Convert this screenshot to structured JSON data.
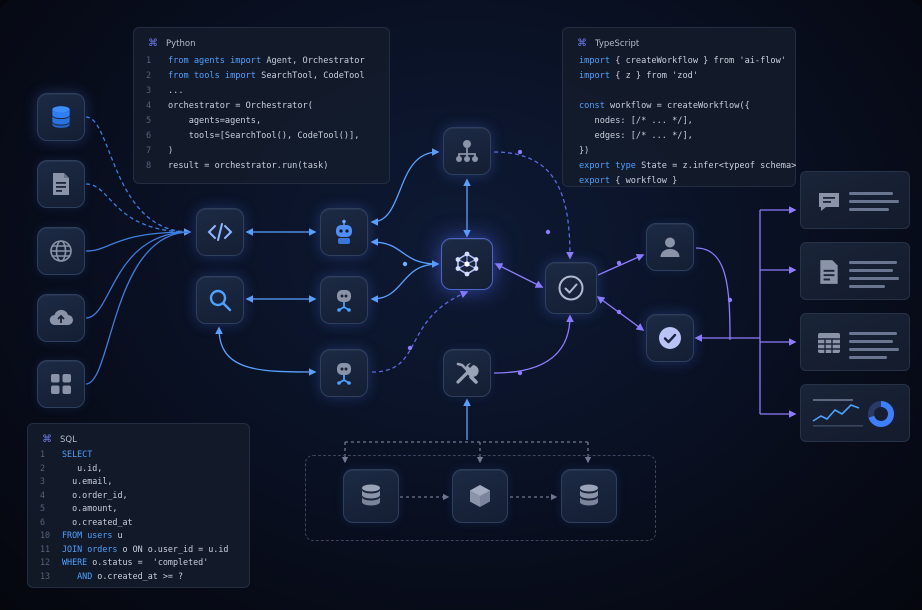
{
  "panels": {
    "python": {
      "title": "Python",
      "lines": [
        {
          "n": "1",
          "parts": [
            [
              "kw",
              "from "
            ],
            [
              "kw",
              "agents "
            ],
            [
              "kw",
              "import "
            ],
            [
              "t",
              "Agent, Orchestrator"
            ]
          ]
        },
        {
          "n": "2",
          "parts": [
            [
              "kw",
              "from "
            ],
            [
              "kw",
              "tools "
            ],
            [
              "kw",
              "import "
            ],
            [
              "t",
              "SearchTool, CodeTool"
            ]
          ]
        },
        {
          "n": "3",
          "parts": [
            [
              "t",
              "..."
            ]
          ]
        },
        {
          "n": "4",
          "parts": [
            [
              "t",
              "orchestrator = Orchestrator("
            ]
          ]
        },
        {
          "n": "5",
          "parts": [
            [
              "t",
              "    agents=agents,"
            ]
          ]
        },
        {
          "n": "6",
          "parts": [
            [
              "t",
              "    tools=[SearchTool(), CodeTool()],"
            ]
          ]
        },
        {
          "n": "7",
          "parts": [
            [
              "t",
              ")"
            ]
          ]
        },
        {
          "n": "8",
          "parts": [
            [
              "t",
              "result = orchestrator.run(task)"
            ]
          ]
        }
      ]
    },
    "typescript": {
      "title": "TypeScript",
      "lines": [
        {
          "parts": [
            [
              "kw",
              "import "
            ],
            [
              "t",
              "{ createWorkflow } from 'ai-flow'"
            ]
          ]
        },
        {
          "parts": [
            [
              "kw",
              "import "
            ],
            [
              "t",
              "{ z } from 'zod'"
            ]
          ]
        },
        {
          "parts": [
            [
              "t",
              ""
            ]
          ]
        },
        {
          "parts": [
            [
              "kw",
              "const "
            ],
            [
              "t",
              "workflow = createWorkflow({"
            ]
          ]
        },
        {
          "parts": [
            [
              "t",
              "   nodes: [/* ... */],"
            ]
          ]
        },
        {
          "parts": [
            [
              "t",
              "   edges: [/* ... */],"
            ]
          ]
        },
        {
          "parts": [
            [
              "t",
              "})"
            ]
          ]
        },
        {
          "parts": [
            [
              "kw",
              "export type "
            ],
            [
              "t",
              "State = z.infer<typeof schema>"
            ]
          ]
        },
        {
          "parts": [
            [
              "kw",
              "export "
            ],
            [
              "t",
              "{ workflow }"
            ]
          ]
        }
      ]
    },
    "sql": {
      "title": "SQL",
      "lines": [
        {
          "n": "1",
          "parts": [
            [
              "kw",
              "SELECT"
            ]
          ]
        },
        {
          "n": "2",
          "parts": [
            [
              "t",
              "   u.id,"
            ]
          ]
        },
        {
          "n": "3",
          "parts": [
            [
              "t",
              "  u.email,"
            ]
          ]
        },
        {
          "n": "4",
          "parts": [
            [
              "t",
              "  o.order_id,"
            ]
          ]
        },
        {
          "n": "5",
          "parts": [
            [
              "t",
              "  o.amount,"
            ]
          ]
        },
        {
          "n": "6",
          "parts": [
            [
              "t",
              "  o.created_at"
            ]
          ]
        },
        {
          "n": "10",
          "parts": [
            [
              "kw",
              "FROM "
            ],
            [
              "kw",
              "users "
            ],
            [
              "t",
              "u"
            ]
          ]
        },
        {
          "n": "11",
          "parts": [
            [
              "kw",
              "JOIN "
            ],
            [
              "kw",
              "orders "
            ],
            [
              "t",
              "o ON o.user_id = u.id"
            ]
          ]
        },
        {
          "n": "12",
          "parts": [
            [
              "kw",
              "WHERE "
            ],
            [
              "t",
              "o.status =  'completed'"
            ]
          ]
        },
        {
          "n": "13",
          "parts": [
            [
              "kw",
              "   AND "
            ],
            [
              "t",
              "o.created_at >= ?"
            ]
          ]
        }
      ]
    }
  },
  "icons": {
    "sources": [
      "database-icon",
      "document-icon",
      "globe-icon",
      "cloud-upload-icon",
      "apps-grid-icon"
    ],
    "tools": [
      "code-icon",
      "search-icon"
    ],
    "agents": [
      "robot-icon",
      "robot-icon",
      "robot-icon"
    ],
    "hubs": [
      "org-hierarchy-icon",
      "network-hub-icon",
      "wrench-screwdriver-icon"
    ],
    "decision": "check-circle-icon",
    "review": [
      "user-icon",
      "check-badge-icon"
    ],
    "storage": [
      "database-icon",
      "cube-icon",
      "database-icon"
    ],
    "outputs": [
      "chat-message-icon",
      "report-document-icon",
      "table-icon",
      "analytics-chart-icon"
    ]
  },
  "colors": {
    "accent": "#5aa2ff",
    "purple": "#8f7bff",
    "node_border": "#2e3f5e"
  }
}
